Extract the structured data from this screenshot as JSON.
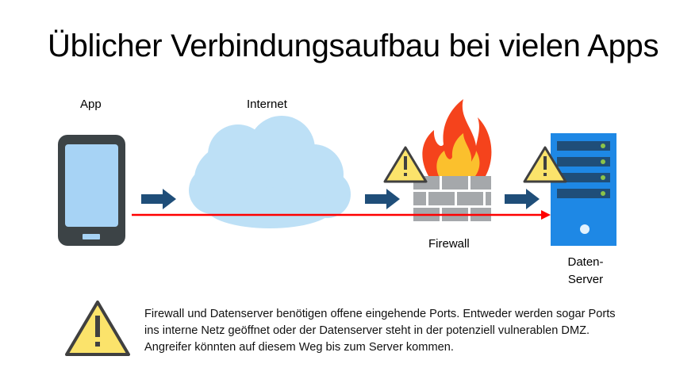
{
  "title": "Üblicher Verbindungsaufbau bei vielen Apps",
  "nodes": {
    "app": "App",
    "internet": "Internet",
    "firewall": "Firewall",
    "server_line1": "Daten-",
    "server_line2": "Server"
  },
  "note": "Firewall und Datenserver benötigen offene eingehende Ports. Entweder werden sogar Ports ins interne Netz geöffnet oder der Datenserver steht in der potenziell vulnerablen DMZ. Angreifer könnten auf diesem Weg bis zum Server kommen.",
  "colors": {
    "phone": "#3c4346",
    "phone_screen": "#a7d3f5",
    "cloud": "#bde0f6",
    "arrow": "#1f4e79",
    "attack_line": "#ff0000",
    "warning_fill": "#fbe36b",
    "warning_stroke": "#404040",
    "firewall_brick": "#a5a8ab",
    "flame_outer": "#f5431c",
    "flame_inner": "#fbc02d",
    "server": "#1e88e5",
    "server_led": "#8bc34a"
  },
  "icons": [
    "smartphone-icon",
    "cloud-icon",
    "firewall-icon",
    "server-icon",
    "warning-icon"
  ]
}
